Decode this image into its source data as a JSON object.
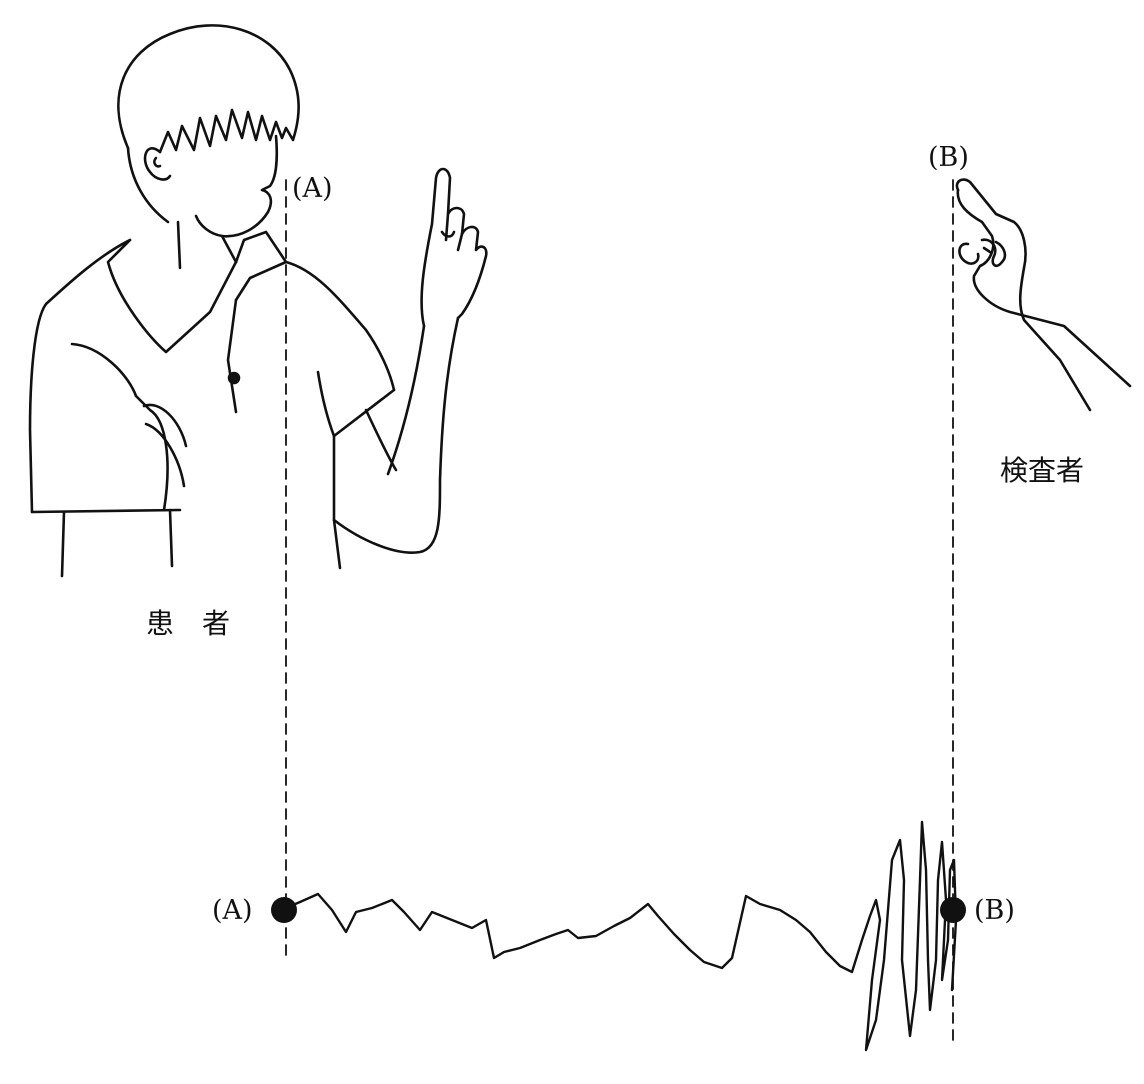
{
  "labels": {
    "patient": "患　者",
    "examiner": "検査者",
    "point_a_top": "(A)",
    "point_b_top": "(B)",
    "point_a_bottom": "(A)",
    "point_b_bottom": "(B)"
  },
  "colors": {
    "ink": "#111111",
    "background": "#ffffff"
  }
}
